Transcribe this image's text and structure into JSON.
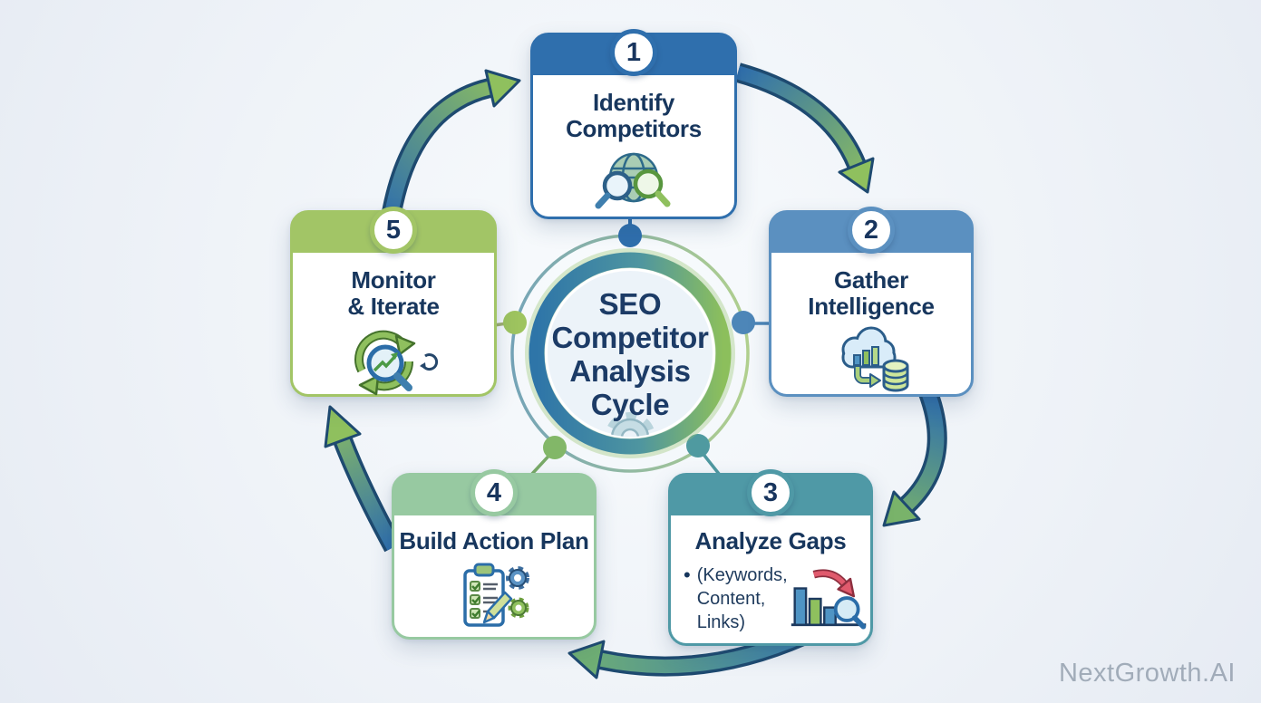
{
  "title": "SEO Competitor Analysis Cycle",
  "watermark": {
    "label": "NextGrowth.AI",
    "color": "#9aa5b3"
  },
  "background": {
    "top": "#f8fbfd",
    "bottom": "#e6ebf3"
  },
  "center": {
    "title_lines": [
      "SEO",
      "Competitor",
      "Analysis",
      "Cycle"
    ],
    "text_color": "#1c3b66",
    "icon": "gear-icon",
    "ring_gradient": {
      "start": "#2e75a8",
      "end": "#8cbf5c"
    },
    "node_colors": {
      "top": "#2f6fad",
      "right": "#4d86b8",
      "bottom_right": "#4f9aa0",
      "bottom_left": "#82b768",
      "left": "#9ec45f"
    }
  },
  "cards": [
    {
      "number": "1",
      "title_lines": [
        "Identify",
        "Competitors"
      ],
      "accent": "#2f6fad",
      "icon": "globe-search-icon"
    },
    {
      "number": "2",
      "title_lines": [
        "Gather",
        "Intelligence"
      ],
      "accent": "#5b90c0",
      "icon": "cloud-database-icon"
    },
    {
      "number": "3",
      "title_lines": [
        "Analyze Gaps"
      ],
      "bullet_marker": "•",
      "bullet_lines": [
        "(Keywords,",
        "Content,",
        "Links)"
      ],
      "accent": "#4f99a6",
      "icon": "declining-chart-magnifier-icon"
    },
    {
      "number": "4",
      "title_lines": [
        "Build Action Plan"
      ],
      "accent": "#97c9a1",
      "icon": "checklist-gears-icon"
    },
    {
      "number": "5",
      "title_lines": [
        "Monitor",
        "& Iterate"
      ],
      "accent": "#a2c566",
      "icon": "refresh-magnifier-icon"
    }
  ],
  "flow": {
    "arrow_gradient": {
      "start": "#2f6fad",
      "end": "#8fc05e"
    },
    "step_number_color": "#18355e",
    "sequence": [
      "1 → 2",
      "2 → 3",
      "3 → 4",
      "4 → 5",
      "5 → 1"
    ]
  }
}
